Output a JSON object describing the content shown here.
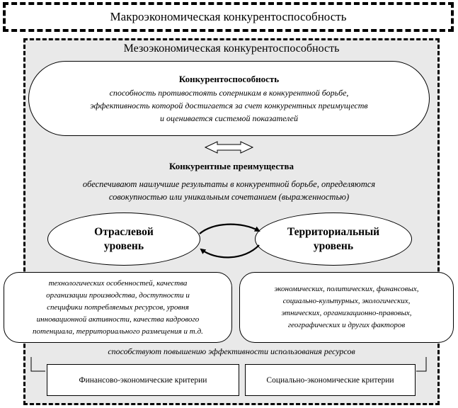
{
  "macro_title": "Макроэкономическая конкурентоспособность",
  "meso_title": "Мезоэкономическая конкурентоспособность",
  "competitiveness": {
    "title": "Конкурентоспособность",
    "line1": "способность противостоять соперникам в конкурентной борьбе,",
    "line2": "эффективность которой достигается за счет конкурентных преимуществ",
    "line3": "и оценивается системой показателей"
  },
  "advantages": {
    "title": "Конкурентные преимущества",
    "line1": "обеспечивают наилучшие результаты в конкурентной борьбе, определяются",
    "line2": "совокупностью или уникальным сочетанием (выраженностью)"
  },
  "levels": {
    "left_line1": "Отраслевой",
    "left_line2": "уровень",
    "right_line1": "Территориальный",
    "right_line2": "уровень"
  },
  "factors_left": {
    "line1": "технологических особенностей, качества",
    "line2": "организации производства, доступности и",
    "line3": "специфики потребляемых ресурсов, уровня",
    "line4": "инновационной активности, качества кадрового",
    "line5": "потенциала, территориального размещения и т.д."
  },
  "factors_right": {
    "line1": "экономических, политических, финансовых,",
    "line2": "социально-культурных,  экологических,",
    "line3": "этнических, организационно-правовых,",
    "line4": "географических и других факторов"
  },
  "promote_text": "способствуют повышению эффективности использования ресурсов",
  "criteria": {
    "left": "Финансово-экономические критерии",
    "right": "Социально-экономические критерии"
  }
}
